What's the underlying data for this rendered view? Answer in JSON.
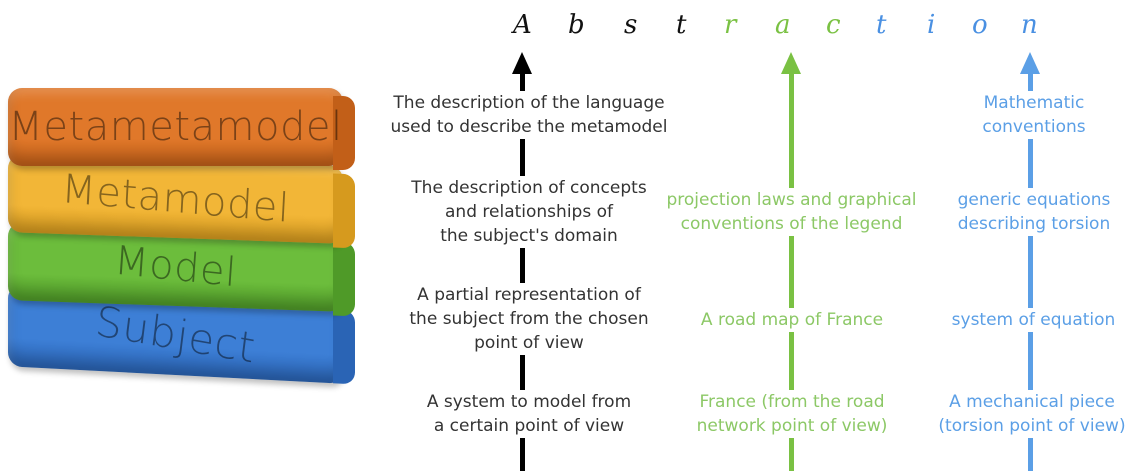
{
  "title": {
    "letters": [
      {
        "char": "A",
        "color": "#111111"
      },
      {
        "char": "b",
        "color": "#111111"
      },
      {
        "char": "s",
        "color": "#111111"
      },
      {
        "char": "t",
        "color": "#111111"
      },
      {
        "char": "r",
        "color": "#7ac143"
      },
      {
        "char": "a",
        "color": "#7ac143"
      },
      {
        "char": "c",
        "color": "#7ac143"
      },
      {
        "char": "t",
        "color": "#4a90e2"
      },
      {
        "char": "i",
        "color": "#4a90e2"
      },
      {
        "char": "o",
        "color": "#4a90e2"
      },
      {
        "char": "n",
        "color": "#4a90e2"
      }
    ]
  },
  "stack": {
    "metametamodel": {
      "label": "Metametamodel",
      "color": "#e0782a",
      "side": "#c25f18"
    },
    "metamodel": {
      "label": "Metamodel",
      "color": "#f2b637",
      "side": "#d69a1e"
    },
    "model": {
      "label": "Model",
      "color": "#6cbd3c",
      "side": "#4f9a28"
    },
    "subject": {
      "label": "Subject",
      "color": "#3d7fd6",
      "side": "#2a64b5"
    }
  },
  "arrows": {
    "black": "#000000",
    "green": "#7ac143",
    "blue": "#5b9fe6"
  },
  "descriptions": {
    "metametamodel": [
      "The description of the language",
      "used to describe the metamodel"
    ],
    "metamodel": [
      "The description of concepts",
      "and relationships of",
      "the subject's domain"
    ],
    "model": [
      "A partial representation of",
      "the subject from the chosen",
      "point of view"
    ],
    "subject": [
      "A system to model from",
      "a certain point of view"
    ]
  },
  "map_example": {
    "metamodel": [
      "projection laws and graphical",
      "conventions of the legend"
    ],
    "model": [
      "A road map of France"
    ],
    "subject": [
      "France (from the road",
      "network point of view)"
    ]
  },
  "mechanics_example": {
    "metametamodel": [
      "Mathematic",
      "conventions"
    ],
    "metamodel": [
      "generic equations",
      "describing torsion"
    ],
    "model": [
      "system of equation"
    ],
    "subject": [
      "A mechanical piece",
      "(torsion point of view)"
    ]
  }
}
